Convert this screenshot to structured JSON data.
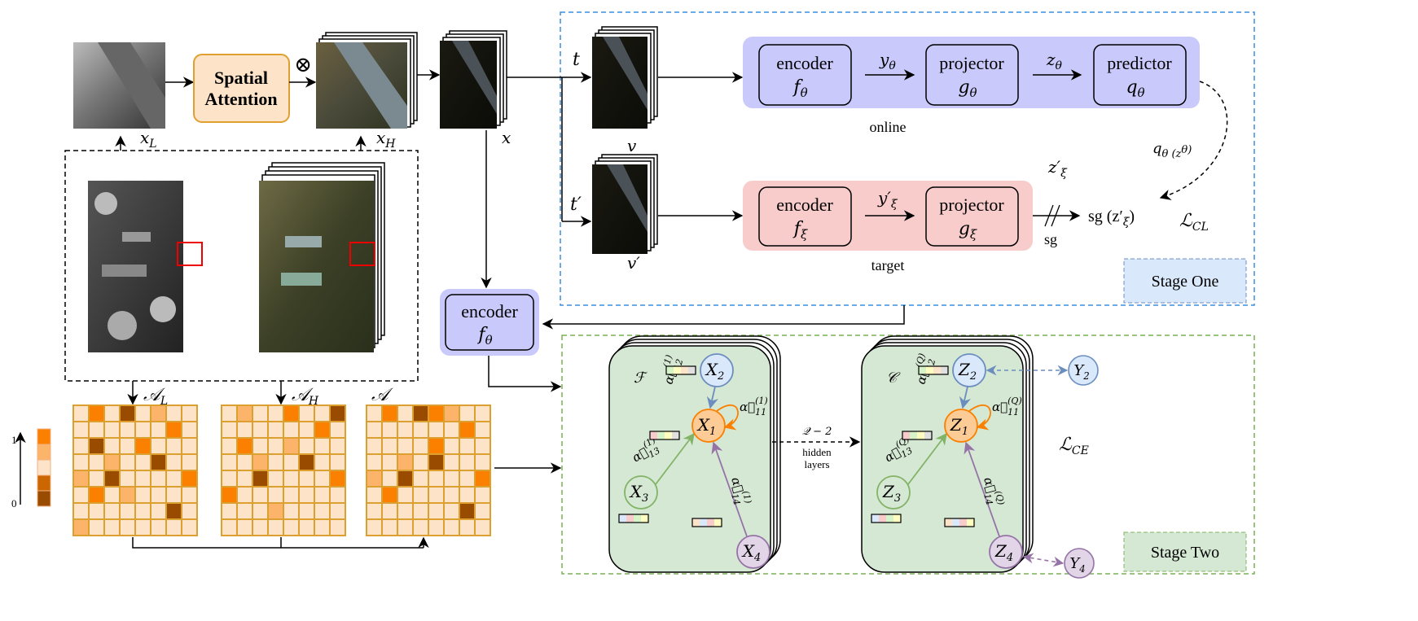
{
  "top": {
    "spatial_attention": [
      "Spatial",
      "Attention"
    ],
    "multiply_symbol": "⊗",
    "x_L": {
      "main": "x",
      "sub": "L"
    },
    "x_H": {
      "main": "x",
      "sub": "H"
    },
    "x": "x",
    "t": "t",
    "t_prime": "t′",
    "v": "v",
    "v_prime": "v′"
  },
  "online": {
    "label": "online",
    "color": "#c9c9fb",
    "encoder": {
      "name": "encoder",
      "sym": "f",
      "sub": "θ"
    },
    "projector": {
      "name": "projector",
      "sym": "g",
      "sub": "θ"
    },
    "predictor": {
      "name": "predictor",
      "sym": "q",
      "sub": "θ"
    },
    "y": {
      "main": "y",
      "sub": "θ"
    },
    "z": {
      "main": "z",
      "sub": "θ"
    },
    "prediction": "q",
    "prediction_rest": "θ (z",
    "prediction_end": "θ)"
  },
  "target": {
    "label": "target",
    "color": "#f9cccc",
    "encoder": {
      "name": "encoder",
      "sym": "f",
      "sub": "ξ"
    },
    "projector": {
      "name": "projector",
      "sym": "g",
      "sub": "ξ"
    },
    "y": {
      "main": "y′",
      "sub": "ξ"
    },
    "z": {
      "main": "z′",
      "sub": "ξ"
    },
    "sg": "sg",
    "sg_out": "sg (z′",
    "sg_out_sub": "ξ",
    "sg_out_end": ")"
  },
  "loss_cl": {
    "main": "ℒ",
    "sub": "CL"
  },
  "stage_one": "Stage One",
  "stage_two": "Stage Two",
  "stage_one_color": "#3b8fe0",
  "stage_two_color": "#7ab055",
  "encoder2": {
    "name": "encoder",
    "sym": "f",
    "sub": "θ"
  },
  "attention": {
    "A_L": {
      "main": "𝒜",
      "sub": "L"
    },
    "A_H": {
      "main": "𝒜",
      "sub": "H"
    },
    "A": "𝒜",
    "scale_max": "1",
    "scale_min": "0",
    "palette": [
      "#fde4c8",
      "#fde4c8",
      "#fcb46a",
      "#fb8000",
      "#994c00"
    ],
    "scale_colors": [
      "#fb8000",
      "#fcb46a",
      "#fde4c8",
      "#cc6600",
      "#994c00"
    ],
    "grids": [
      [
        [
          0,
          3,
          0,
          4,
          0,
          2,
          0,
          0
        ],
        [
          0,
          0,
          0,
          0,
          0,
          0,
          3,
          0
        ],
        [
          0,
          4,
          0,
          0,
          3,
          0,
          0,
          0
        ],
        [
          0,
          0,
          2,
          0,
          0,
          4,
          0,
          0
        ],
        [
          2,
          0,
          4,
          0,
          0,
          0,
          0,
          3
        ],
        [
          0,
          3,
          0,
          2,
          0,
          0,
          0,
          0
        ],
        [
          0,
          0,
          0,
          0,
          0,
          0,
          4,
          0
        ],
        [
          2,
          0,
          0,
          0,
          0,
          0,
          0,
          0
        ]
      ],
      [
        [
          0,
          2,
          0,
          0,
          3,
          0,
          0,
          4
        ],
        [
          0,
          0,
          0,
          0,
          0,
          0,
          3,
          0
        ],
        [
          0,
          3,
          0,
          0,
          2,
          0,
          0,
          0
        ],
        [
          0,
          0,
          2,
          0,
          0,
          4,
          0,
          0
        ],
        [
          0,
          0,
          4,
          0,
          0,
          0,
          0,
          3
        ],
        [
          3,
          0,
          0,
          0,
          0,
          0,
          0,
          0
        ],
        [
          0,
          0,
          0,
          2,
          0,
          0,
          0,
          0
        ],
        [
          0,
          0,
          0,
          0,
          0,
          0,
          0,
          0
        ]
      ],
      [
        [
          0,
          3,
          0,
          4,
          3,
          2,
          0,
          0
        ],
        [
          0,
          0,
          0,
          0,
          0,
          0,
          3,
          0
        ],
        [
          0,
          0,
          0,
          0,
          3,
          0,
          0,
          0
        ],
        [
          0,
          0,
          2,
          0,
          4,
          0,
          0,
          0
        ],
        [
          2,
          0,
          4,
          0,
          0,
          0,
          0,
          3
        ],
        [
          0,
          3,
          0,
          0,
          0,
          0,
          0,
          0
        ],
        [
          0,
          0,
          0,
          0,
          0,
          0,
          4,
          0
        ],
        [
          0,
          0,
          0,
          0,
          0,
          0,
          0,
          0
        ]
      ]
    ]
  },
  "graph_F": {
    "label": "ℱ",
    "nodes": [
      {
        "main": "X",
        "sub": "1"
      },
      {
        "main": "X",
        "sub": "2"
      },
      {
        "main": "X",
        "sub": "3"
      },
      {
        "main": "X",
        "sub": "4"
      }
    ],
    "edges": [
      {
        "main": "α⃗",
        "sub": "12",
        "sup": "(1)"
      },
      {
        "main": "α⃗",
        "sub": "11",
        "sup": "(1)"
      },
      {
        "main": "α⃗",
        "sub": "13",
        "sup": "(1)"
      },
      {
        "main": "α⃗",
        "sub": "14",
        "sup": "(1)"
      }
    ]
  },
  "graph_C": {
    "label": "𝒞",
    "nodes": [
      {
        "main": "Z",
        "sub": "1"
      },
      {
        "main": "Z",
        "sub": "2"
      },
      {
        "main": "Z",
        "sub": "3"
      },
      {
        "main": "Z",
        "sub": "4"
      }
    ],
    "edges": [
      {
        "main": "α⃗",
        "sub": "12",
        "sup": "(Q)"
      },
      {
        "main": "α⃗",
        "sub": "11",
        "sup": "(Q)"
      },
      {
        "main": "α⃗",
        "sub": "13",
        "sup": "(Q)"
      },
      {
        "main": "α⃗",
        "sub": "14",
        "sup": "(Q)"
      }
    ],
    "labels": [
      {
        "main": "Y",
        "sub": "2"
      },
      {
        "main": "Y",
        "sub": "4"
      }
    ]
  },
  "hidden": {
    "count": "𝒬 − 2",
    "line1": "hidden",
    "line2": "layers"
  },
  "loss_ce": {
    "main": "ℒ",
    "sub": "CE"
  },
  "node_colors": {
    "center": "#fccb96",
    "n2": "#dae8fc",
    "n3": "#d5e8d4",
    "n4": "#e1d5e7",
    "panel": "#d5e8d4"
  }
}
